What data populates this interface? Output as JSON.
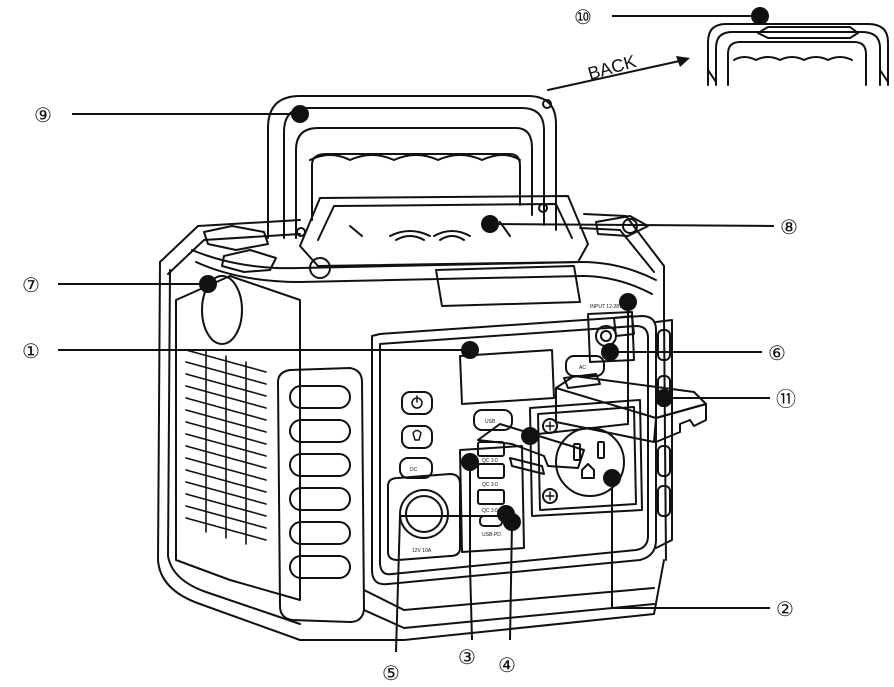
{
  "back_label": "BACK",
  "callouts": [
    {
      "id": "1",
      "label": "①"
    },
    {
      "id": "2",
      "label": "②"
    },
    {
      "id": "3",
      "label": "③"
    },
    {
      "id": "4",
      "label": "④"
    },
    {
      "id": "5",
      "label": "⑤"
    },
    {
      "id": "6",
      "label": "⑥"
    },
    {
      "id": "7",
      "label": "⑦"
    },
    {
      "id": "8",
      "label": "⑧"
    },
    {
      "id": "9",
      "label": "⑨"
    },
    {
      "id": "10",
      "label": "⑩"
    },
    {
      "id": "11",
      "label": "⑪"
    }
  ],
  "device_labels": {
    "dc_button": "DC",
    "usb_button": "USB",
    "ac_button": "AC",
    "input_label": "INPUT 12-28V",
    "qc_label_1": "QC 3.0",
    "qc_label_2": "QC 3.0",
    "qc_label_3": "QC 3.0",
    "usb_pd_label": "USB-PD",
    "car_port_label": "12V 10A"
  }
}
